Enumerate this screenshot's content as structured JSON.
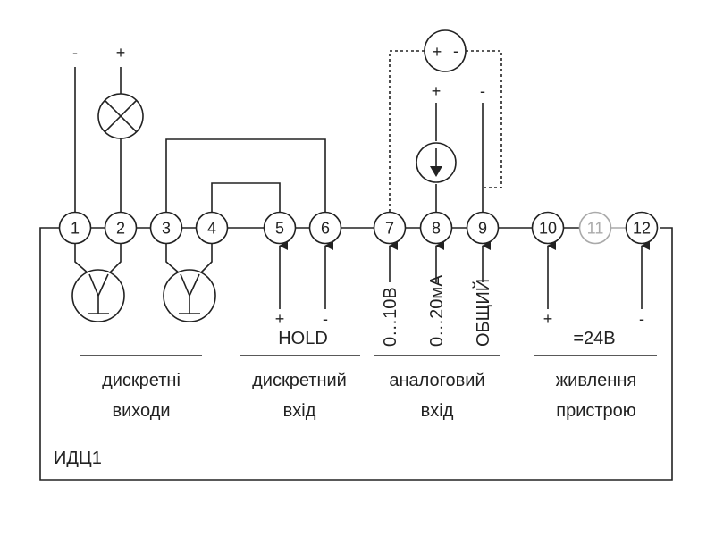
{
  "device": {
    "name": "ИДЦ1"
  },
  "terminals": [
    "1",
    "2",
    "3",
    "4",
    "5",
    "6",
    "7",
    "8",
    "9",
    "10",
    "11",
    "12"
  ],
  "terminal_signs": {
    "t1": "-",
    "t2": "+"
  },
  "hold": {
    "plus": "+",
    "minus": "-",
    "label": "HOLD"
  },
  "analog": {
    "voltage": "0…10В",
    "current": "0…20мА",
    "common": "ОБЩИЙ",
    "source_plus": "+",
    "source_minus": "-",
    "battery_plus": "+",
    "battery_minus": "-"
  },
  "power": {
    "plus": "+",
    "minus": "-",
    "voltage": "=24В"
  },
  "groups": {
    "discrete_outputs": [
      "дискретні",
      "виходи"
    ],
    "discrete_input": [
      "дискретний",
      "вхід"
    ],
    "analog_input": [
      "аналоговий",
      "вхід"
    ],
    "power_supply": [
      "живлення",
      "пристрою"
    ]
  },
  "colors": {
    "line": "#222222",
    "inactive_terminal": "#aaaaaa"
  }
}
